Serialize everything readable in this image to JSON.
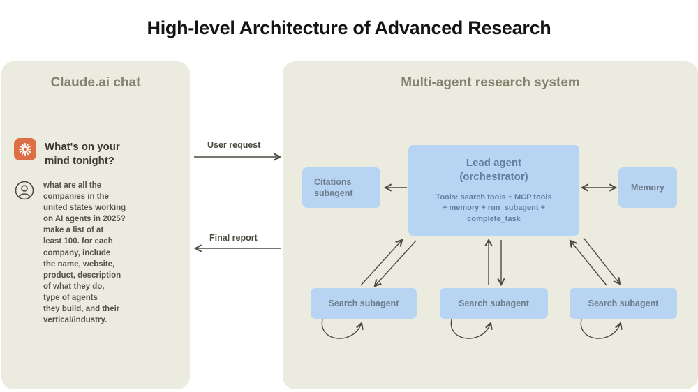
{
  "title": "High-level Architecture of Advanced Research",
  "left_panel": {
    "heading": "Claude.ai chat",
    "prompt": "What's on your\nmind tonight?",
    "user_query": "what are all the\ncompanies in the\nunited states working\non AI agents in 2025?\nmake a list of at\nleast 100. for each\ncompany, include\nthe name, website,\nproduct, description\nof what they do,\ntype of agents\nthey build, and their\nvertical/industry."
  },
  "flows": {
    "user_request": "User request",
    "final_report": "Final report"
  },
  "right_panel": {
    "heading": "Multi-agent research system",
    "lead_agent": {
      "title": "Lead agent\n(orchestrator)",
      "tools": "Tools: search tools + MCP tools\n+ memory + run_subagent +\ncomplete_task"
    },
    "citations": "Citations\nsubagent",
    "memory": "Memory",
    "search_subagents": [
      "Search subagent",
      "Search subagent",
      "Search subagent"
    ]
  },
  "icons": {
    "claude_logo": "starburst",
    "user_avatar": "person-in-circle"
  },
  "colors": {
    "panel_bg": "#ecebdf",
    "box_bg": "#b7d5f2",
    "box_title": "#5e7fa2",
    "box_label": "#6e7c8a",
    "heading_color": "#85836f",
    "arrow_color": "#4a4a40",
    "title_color": "#141414",
    "claude_orange": "#dd6f47",
    "prompt_text": "#3b3a32",
    "query_text": "#56544b"
  }
}
